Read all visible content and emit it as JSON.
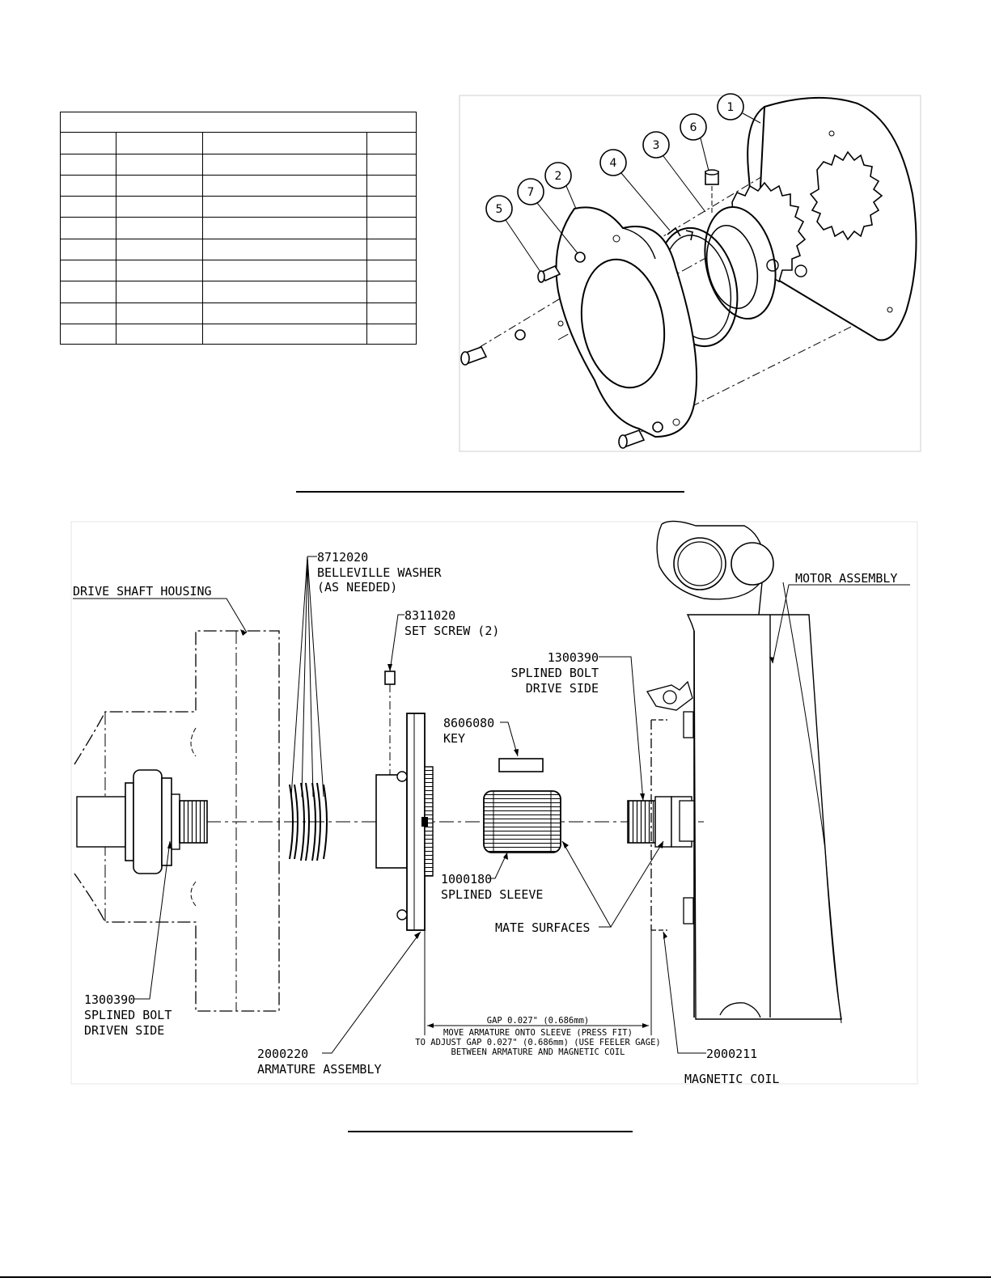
{
  "balloons": [
    "1",
    "2",
    "3",
    "4",
    "5",
    "6",
    "7"
  ],
  "labels": {
    "belleville_pn": "8712020",
    "belleville_name": "BELLEVILLE WASHER",
    "belleville_note": "(AS NEEDED)",
    "drive_shaft_housing": "DRIVE SHAFT HOUSING",
    "setscrew_pn": "8311020",
    "setscrew_name": "SET SCREW (2)",
    "motor_assembly": "MOTOR ASSEMBLY",
    "bolt_drive_pn": "1300390",
    "bolt_drive_name": "SPLINED BOLT",
    "bolt_drive_side": "DRIVE SIDE",
    "key_pn": "8606080",
    "key_name": "KEY",
    "sleeve_pn": "1000180",
    "sleeve_name": "SPLINED SLEEVE",
    "mate_surfaces": "MATE SURFACES",
    "bolt_driven_pn": "1300390",
    "bolt_driven_name": "SPLINED BOLT",
    "bolt_driven_side": "DRIVEN SIDE",
    "armature_pn": "2000220",
    "armature_name": "ARMATURE ASSEMBLY",
    "coil_pn": "2000211",
    "coil_name": "MAGNETIC COIL",
    "gap_line1": "GAP 0.027\" (0.686mm)",
    "gap_line2": "MOVE ARMATURE ONTO SLEEVE (PRESS FIT)",
    "gap_line3": "TO ADJUST GAP 0.027\" (0.686mm) (USE FEELER GAGE)",
    "gap_line4": "BETWEEN ARMATURE AND MAGNETIC COIL"
  }
}
